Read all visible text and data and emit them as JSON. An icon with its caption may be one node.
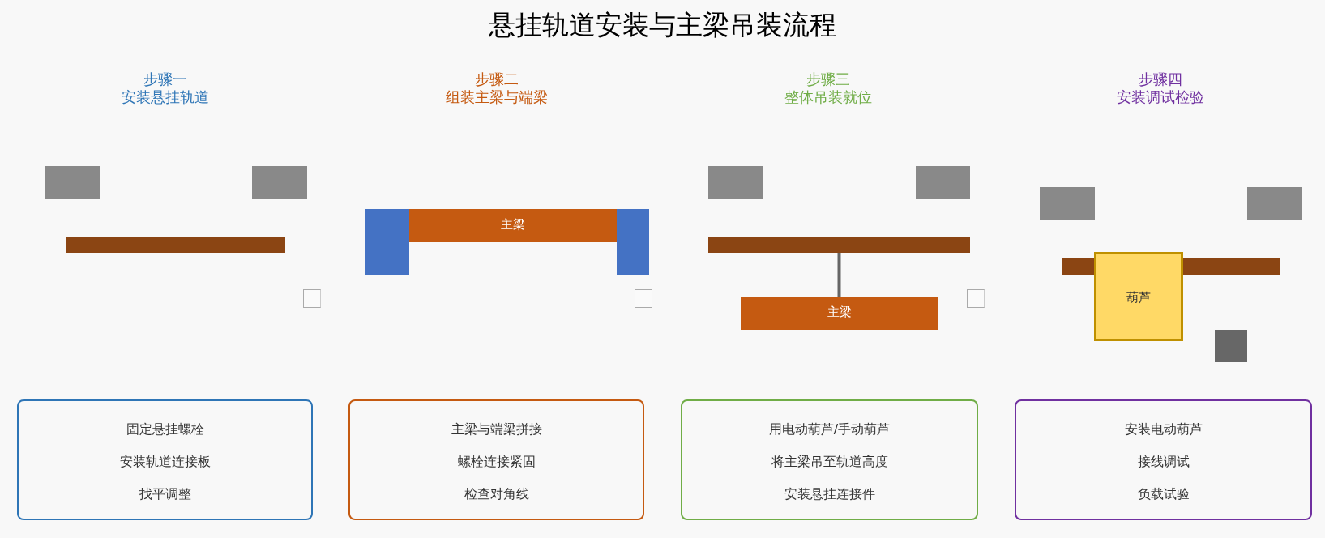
{
  "diagram": {
    "title": "悬挂轨道安装与主梁吊装流程",
    "nodes": [
      {
        "text": [],
        "shape": "bar"
      },
      {
        "text": [
          "主梁"
        ]
      },
      {
        "text": [],
        "shape": "bar"
      },
      {
        "text": [],
        "shape": "bar"
      },
      {
        "text": [
          "主梁"
        ]
      },
      {
        "text": [
          "葫芦"
        ]
      },
      {
        "text": [
          "固定悬挂螺栓",
          "安装轨道连接板",
          "找平调整"
        ]
      },
      {
        "text": [
          "主梁与端梁拼接",
          "螺栓连接紧固",
          "检查对角线"
        ]
      },
      {
        "text": [
          "用电动葫芦/手动葫芦",
          "将主梁吊至轨道高度",
          "安装悬挂连接件"
        ]
      },
      {
        "text": [
          "安装电动葫芦",
          "接线调试",
          "负载试验"
        ]
      }
    ],
    "edges": [
      {
        "from": 3,
        "to": 4,
        "arrow": "none"
      }
    ],
    "labels": [
      "步骤一",
      "安装悬挂轨道",
      "步骤二",
      "组装主梁与端梁",
      "步骤三",
      "整体吊装就位",
      "步骤四",
      "安装调试检验"
    ]
  }
}
